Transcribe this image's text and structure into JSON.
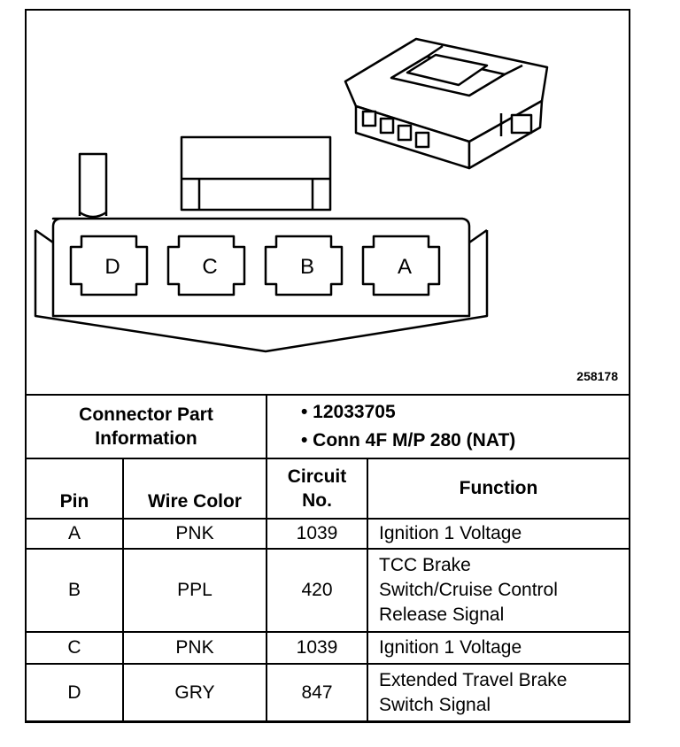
{
  "figure_number": "258178",
  "connector_pins": [
    "D",
    "C",
    "B",
    "A"
  ],
  "part_info": {
    "label_line1": "Connector Part",
    "label_line2": "Information",
    "item1": "• 12033705",
    "item2": "• Conn 4F M/P 280 (NAT)"
  },
  "table": {
    "headers": {
      "pin": "Pin",
      "wire_color": "Wire Color",
      "circuit_line1": "Circuit",
      "circuit_line2": "No.",
      "function": "Function"
    },
    "rows": [
      {
        "pin": "A",
        "wire_color": "PNK",
        "circuit": "1039",
        "function": [
          "Ignition 1 Voltage"
        ]
      },
      {
        "pin": "B",
        "wire_color": "PPL",
        "circuit": "420",
        "function": [
          "TCC Brake",
          "Switch/Cruise Control",
          "Release Signal"
        ]
      },
      {
        "pin": "C",
        "wire_color": "PNK",
        "circuit": "1039",
        "function": [
          "Ignition 1 Voltage"
        ]
      },
      {
        "pin": "D",
        "wire_color": "GRY",
        "circuit": "847",
        "function": [
          "Extended Travel Brake",
          "Switch Signal"
        ]
      }
    ]
  }
}
